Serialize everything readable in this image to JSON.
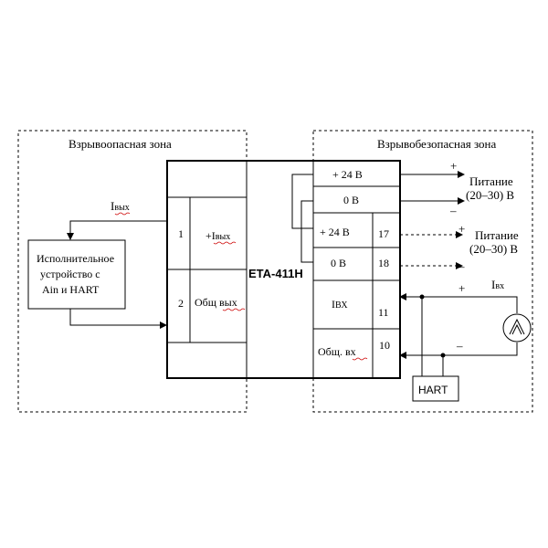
{
  "zones": {
    "hazardous": "Взрывоопасная зона",
    "safe": "Взрывобезопасная зона"
  },
  "device": {
    "model": "ETA-411H"
  },
  "left_terminals": [
    {
      "number": "1",
      "label_main": "+I",
      "label_sub": "вых"
    },
    {
      "number": "2",
      "label": "Общ вых"
    }
  ],
  "right_terminals": [
    {
      "label": "+ 24 В",
      "number": ""
    },
    {
      "label": "0 В",
      "number": ""
    },
    {
      "label": "+ 24 В",
      "number": "17"
    },
    {
      "label": "0 В",
      "number": "18"
    },
    {
      "label_main": "I",
      "label_sub": "ВХ",
      "number": "11"
    },
    {
      "label": "Общ. вх",
      "number": "10"
    }
  ],
  "field_device": {
    "line1": "Исполнительное",
    "line2": "устройство с",
    "line3": "Ain и HART"
  },
  "output_current": {
    "main": "I",
    "sub": "вых"
  },
  "input_current": {
    "main": "I",
    "sub": "вх"
  },
  "power_supplies": [
    {
      "label_line1": "Питание",
      "label_line2": "(20–30) В",
      "plus": "+",
      "minus": "–"
    },
    {
      "label_line1": "Питание",
      "label_line2": "(20–30) В",
      "plus": "+",
      "minus": "–"
    }
  ],
  "hart_box": "HART",
  "current_source": {
    "plus": "+",
    "minus": "–"
  },
  "icons": [
    "current-source-icon",
    "arrow-icon"
  ]
}
